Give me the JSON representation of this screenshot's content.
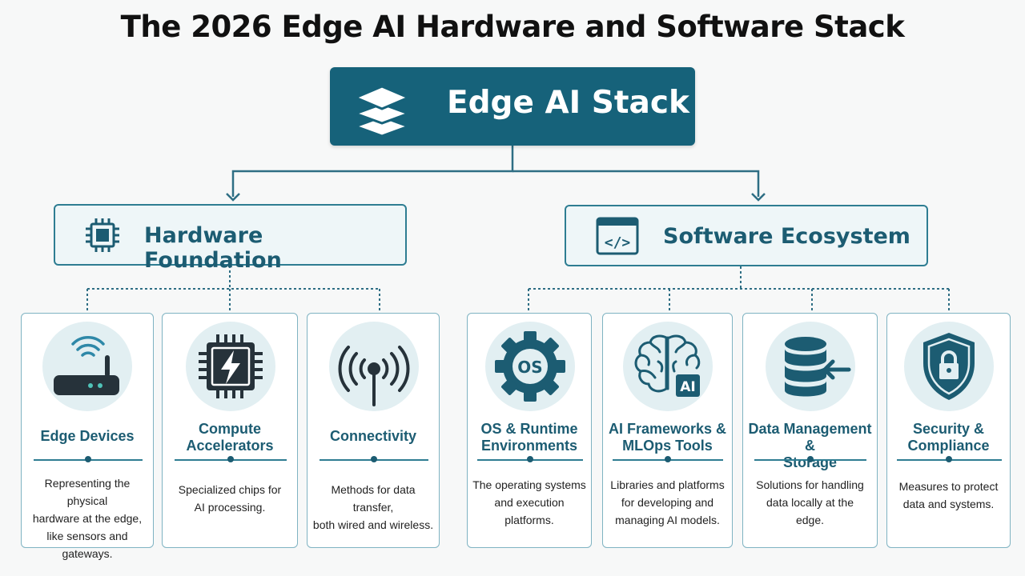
{
  "title": "The 2026 Edge AI Hardware and Software Stack",
  "root": {
    "label": "Edge AI Stack",
    "icon": "layers-stack-icon"
  },
  "hardware": {
    "label": "Hardware Foundation",
    "icon": "chip-icon",
    "cards": [
      {
        "title_lines": [
          "Edge Devices"
        ],
        "desc_lines": [
          "Representing the physical",
          "hardware at the edge,",
          "like sensors and gateways."
        ],
        "icon": "router-wifi-icon"
      },
      {
        "title_lines": [
          "Compute",
          "Accelerators"
        ],
        "desc_lines": [
          "Specialized chips for",
          "AI processing."
        ],
        "icon": "chip-lightning-icon"
      },
      {
        "title_lines": [
          "Connectivity"
        ],
        "desc_lines": [
          "Methods for data transfer,",
          "both wired and wireless."
        ],
        "icon": "antenna-signal-icon"
      }
    ]
  },
  "software": {
    "label": "Software Ecosystem",
    "icon": "code-window-icon",
    "cards": [
      {
        "title_lines": [
          "OS & Runtime",
          "Environments"
        ],
        "desc_lines": [
          "The operating systems",
          "and execution",
          "platforms."
        ],
        "icon": "os-gear-icon",
        "badge": "OS"
      },
      {
        "title_lines": [
          "AI Frameworks &",
          "MLOps Tools"
        ],
        "desc_lines": [
          "Libraries and platforms",
          "for developing and",
          "managing AI models."
        ],
        "icon": "brain-ai-icon",
        "badge": "AI"
      },
      {
        "title_lines": [
          "Data Management &",
          "Storage"
        ],
        "desc_lines": [
          "Solutions for handling",
          "data locally at the",
          "edge."
        ],
        "icon": "database-arrow-icon"
      },
      {
        "title_lines": [
          "Security &",
          "Compliance"
        ],
        "desc_lines": [
          "Measures to protect",
          "data and systems."
        ],
        "icon": "shield-lock-icon"
      }
    ]
  },
  "colors": {
    "primary": "#16627a",
    "accent": "#2e7d92",
    "branch_bg": "#eef6f8",
    "icon_bg": "#e2eff2",
    "icon_dark": "#1c5c72"
  }
}
